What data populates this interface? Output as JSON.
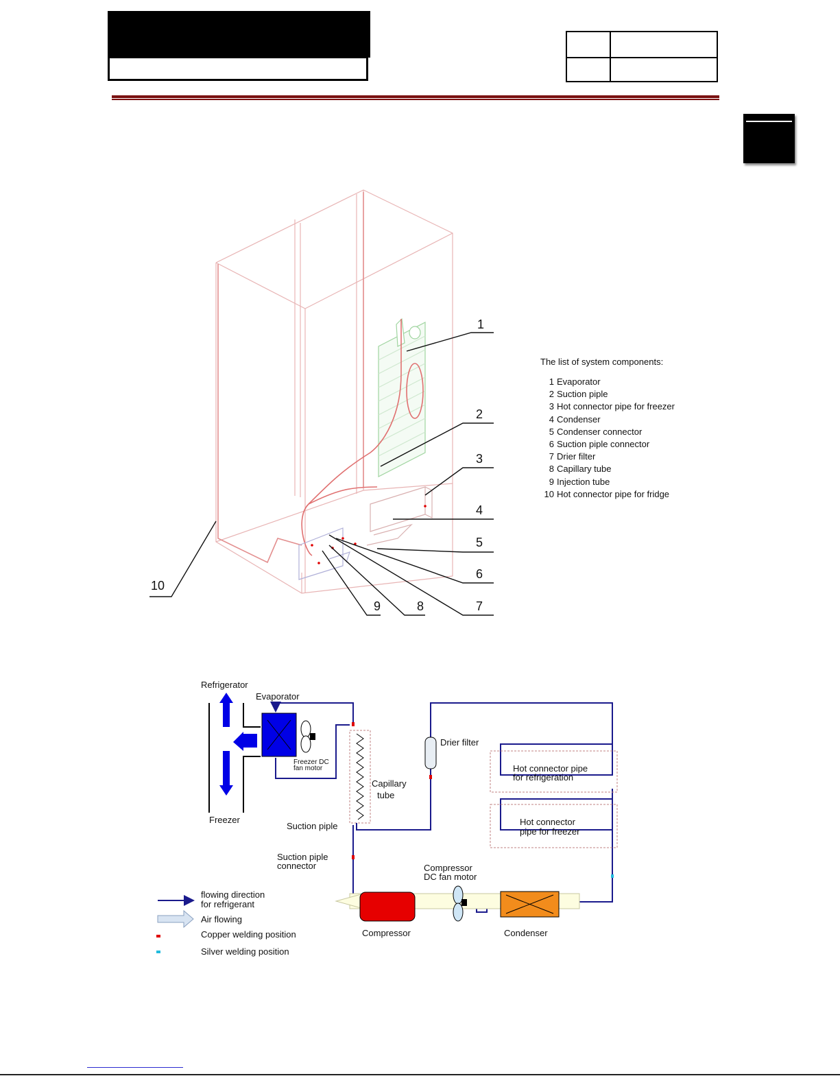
{
  "legend": {
    "title": "The list of system components:",
    "items": [
      {
        "num": "1",
        "label": "Evaporator"
      },
      {
        "num": "2",
        "label": "Suction piple"
      },
      {
        "num": "3",
        "label": "Hot connector pipe for freezer"
      },
      {
        "num": "4",
        "label": "Condenser"
      },
      {
        "num": "5",
        "label": "Condenser connector"
      },
      {
        "num": "6",
        "label": "Suction piple connector"
      },
      {
        "num": "7",
        "label": "Drier filter"
      },
      {
        "num": "8",
        "label": "Capillary tube"
      },
      {
        "num": "9",
        "label": "Injection tube"
      },
      {
        "num": "10",
        "label": "Hot connector pipe for fridge"
      }
    ]
  },
  "callouts": {
    "c1": "1",
    "c2": "2",
    "c3": "3",
    "c4": "4",
    "c5": "5",
    "c6": "6",
    "c7": "7",
    "c8": "8",
    "c9": "9",
    "c10": "10"
  },
  "flow": {
    "refrigerator": "Refrigerator",
    "evaporator": "Evaporator",
    "freezer": "Freezer",
    "freezer_fan_1": "Freezer DC",
    "freezer_fan_2": "fan motor",
    "capillary_1": "Capillary",
    "capillary_2": "tube",
    "drier_filter": "Drier filter",
    "hot_refrig_1": "Hot connector pipe",
    "hot_refrig_2": "for refrigeration",
    "hot_freezer_1": "Hot connector",
    "hot_freezer_2": "pipe for freezer",
    "suction_piple": "Suction piple",
    "suction_conn_1": "Suction piple",
    "suction_conn_2": "connector",
    "comp_fan_1": "Compressor",
    "comp_fan_2": "DC fan motor",
    "compressor": "Compressor",
    "condenser": "Condenser"
  },
  "flow_legend": {
    "flow_dir_1": "flowing  direction",
    "flow_dir_2": "for refrigerant",
    "air": "Air flowing",
    "copper": "Copper welding  position",
    "silver": "Silver welding position"
  },
  "colors": {
    "pipe": "#1a1a8c",
    "evaporator": "#0000e6",
    "compressor": "#e60000",
    "condenser": "#f28c1c",
    "copper": "#e00000",
    "silver": "#22bbdd"
  }
}
